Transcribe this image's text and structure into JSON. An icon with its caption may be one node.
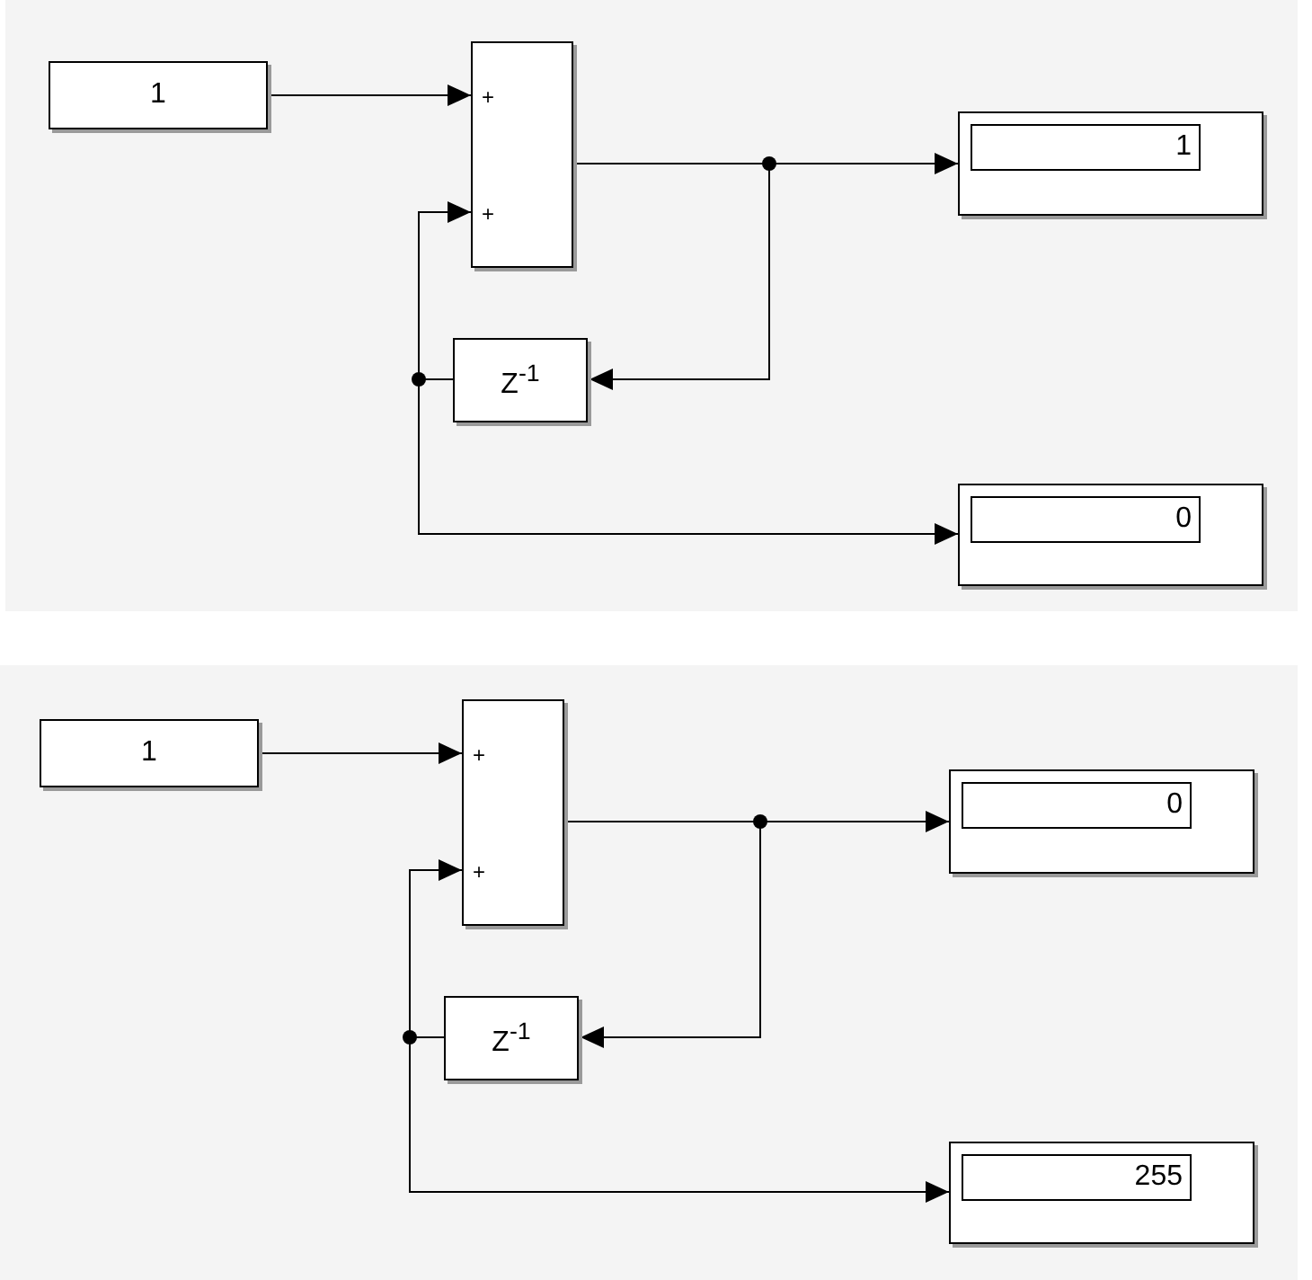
{
  "diagram": {
    "nodes": [
      {
        "text": [
          "1"
        ]
      },
      {
        "text": [
          "+",
          "+"
        ]
      },
      {
        "text": [
          "1"
        ]
      },
      {
        "text": [
          "Z$^{-1}$"
        ]
      },
      {
        "text": [
          "0"
        ]
      },
      {
        "text": [
          "1"
        ]
      },
      {
        "text": [
          "+",
          "+"
        ]
      },
      {
        "text": [
          "0"
        ]
      },
      {
        "text": [
          "Z$^{-1}$"
        ]
      },
      {
        "text": [
          "255"
        ]
      }
    ],
    "edges": [
      {
        "from": 0,
        "to": 1,
        "arrow": "to"
      },
      {
        "from": 1,
        "to": 2,
        "arrow": "to"
      },
      {
        "from": 1,
        "to": 3,
        "arrow": "to"
      },
      {
        "from": 3,
        "to": 1,
        "arrow": "to"
      },
      {
        "from": 3,
        "to": 4,
        "arrow": "to"
      },
      {
        "from": 5,
        "to": 6,
        "arrow": "to"
      },
      {
        "from": 6,
        "to": 7,
        "arrow": "to"
      },
      {
        "from": 6,
        "to": 8,
        "arrow": "to"
      },
      {
        "from": 8,
        "to": 6,
        "arrow": "to"
      },
      {
        "from": 8,
        "to": 9,
        "arrow": "to"
      }
    ]
  }
}
